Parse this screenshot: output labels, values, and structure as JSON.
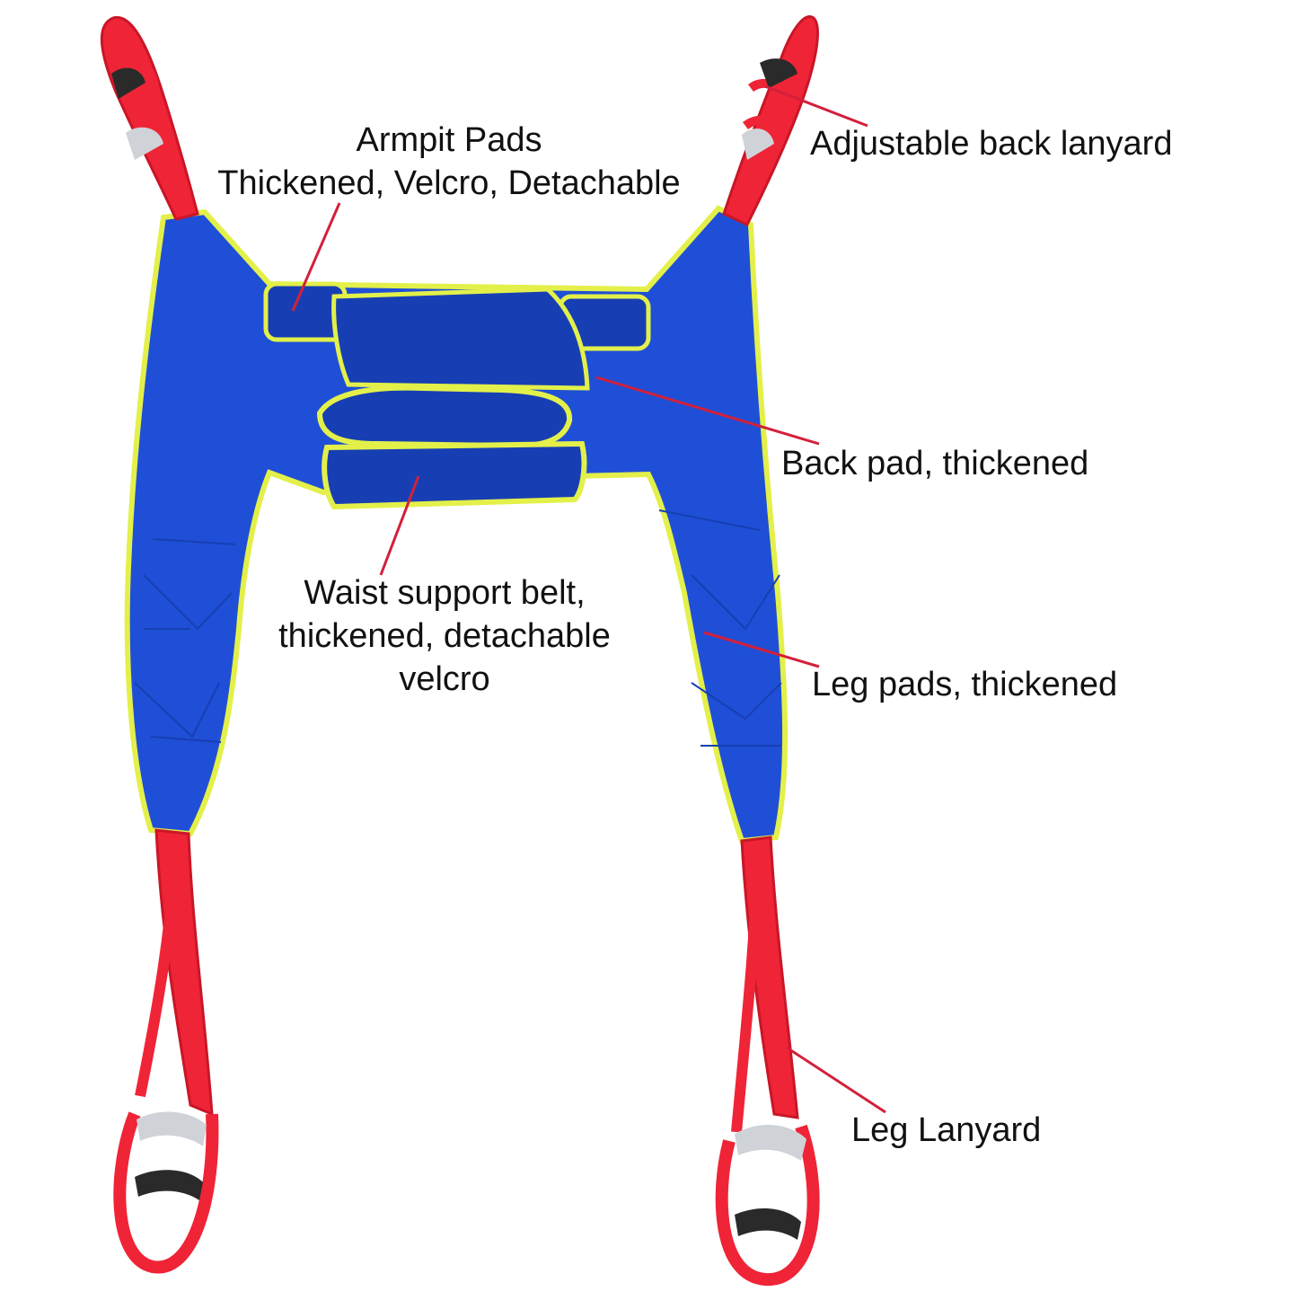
{
  "colors": {
    "sling_blue": "#1f4fd6",
    "sling_blue_dark": "#173fb3",
    "edge_yellow": "#e3f04a",
    "strap_red": "#ef2436",
    "strap_red_dark": "#c91628",
    "leader_line": "#d3203a",
    "label_text": "#111111",
    "handle_silver": "#cfd3d8",
    "handle_black": "#2a2a2a"
  },
  "labels": {
    "armpit_pads": {
      "line1": "Armpit Pads",
      "line2": "Thickened, Velcro, Detachable"
    },
    "back_lanyard": {
      "line1": "Adjustable back lanyard"
    },
    "back_pad": {
      "line1": "Back pad, thickened"
    },
    "waist_belt": {
      "line1": "Waist support belt,",
      "line2": "thickened, detachable",
      "line3": "velcro"
    },
    "leg_pads": {
      "line1": "Leg pads, thickened"
    },
    "leg_lanyard": {
      "line1": "Leg Lanyard"
    }
  }
}
